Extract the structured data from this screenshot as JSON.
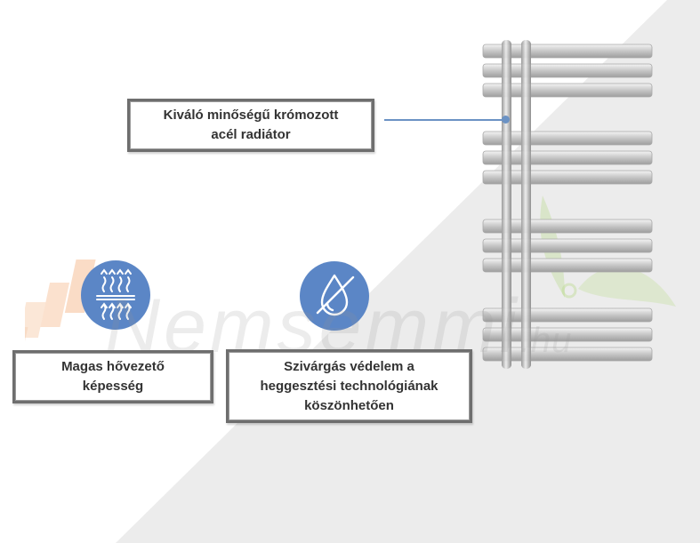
{
  "callouts": {
    "quality": {
      "line1": "Kiváló minőségű krómozott",
      "line2": "acél radiátor"
    },
    "heat": {
      "line1": "Magas hővezető",
      "line2": "képesség"
    },
    "leak": {
      "line1": "Szivárgás védelem a",
      "line2": "heggesztési technológiának",
      "line3": "köszönhetően"
    }
  },
  "icons": {
    "heat": "heat-conduction-icon",
    "leak": "crossed-water-drop-icon"
  },
  "watermark": {
    "main": "Nemsemmi",
    "suffix": ".hu"
  },
  "colors": {
    "badge": "#5b86c6",
    "leader": "#6b92c4",
    "chrome": "#c8c8c8",
    "background_diagonal": "#ececec",
    "logo_orange": "#f29a5c",
    "leaf_green": "#b8d98a"
  }
}
